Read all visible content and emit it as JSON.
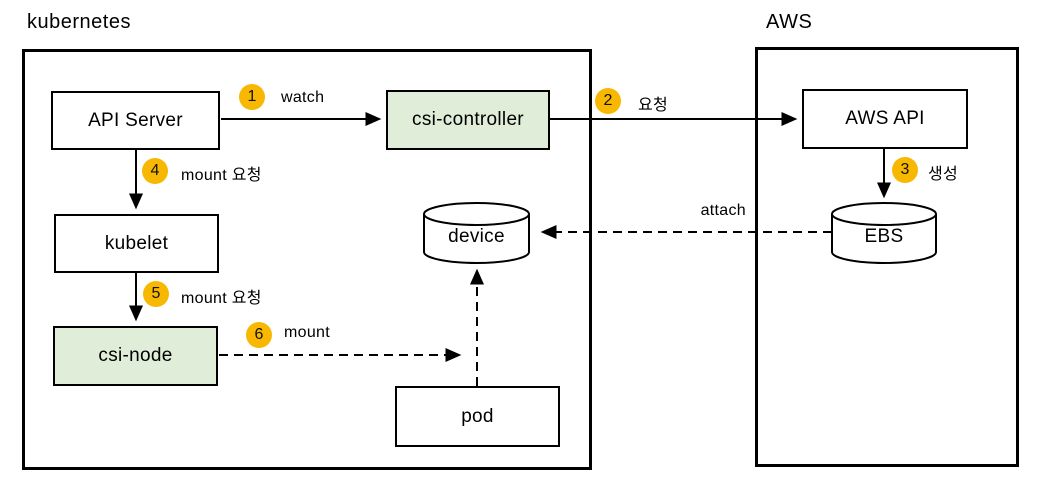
{
  "diagram": {
    "kubernetes_group": {
      "title": "kubernetes"
    },
    "aws_group": {
      "title": "AWS"
    },
    "nodes": {
      "api_server": {
        "label": "API Server",
        "shape": "rect",
        "fill": "#FFFFFF"
      },
      "csi_controller": {
        "label": "csi-controller",
        "shape": "rect",
        "fill": "#DFEDD9"
      },
      "kubelet": {
        "label": "kubelet",
        "shape": "rect",
        "fill": "#FFFFFF"
      },
      "csi_node": {
        "label": "csi-node",
        "shape": "rect",
        "fill": "#DFEDD9"
      },
      "aws_api": {
        "label": "AWS API",
        "shape": "rect",
        "fill": "#FFFFFF"
      },
      "pod": {
        "label": "pod",
        "shape": "rect",
        "fill": "#FFFFFF"
      },
      "device": {
        "label": "device",
        "shape": "cylinder",
        "fill": "#FFFFFF"
      },
      "ebs": {
        "label": "EBS",
        "shape": "cylinder",
        "fill": "#FFFFFF"
      }
    },
    "edges": {
      "watch": {
        "step": "1",
        "label": "watch",
        "style": "solid",
        "from": "api_server",
        "to": "csi_controller"
      },
      "request": {
        "step": "2",
        "label": "요청",
        "style": "solid",
        "from": "csi_controller",
        "to": "aws_api"
      },
      "create": {
        "step": "3",
        "label": "생성",
        "style": "solid",
        "from": "aws_api",
        "to": "ebs"
      },
      "mount_req_1": {
        "step": "4",
        "label": "mount 요청",
        "style": "solid",
        "from": "api_server",
        "to": "kubelet"
      },
      "mount_req_2": {
        "step": "5",
        "label": "mount 요청",
        "style": "solid",
        "from": "kubelet",
        "to": "csi_node"
      },
      "mount": {
        "step": "6",
        "label": "mount",
        "style": "dashed",
        "from": "csi_node",
        "to": "device"
      },
      "attach": {
        "label": "attach",
        "style": "dashed",
        "from": "ebs",
        "to": "device"
      },
      "pod_to_device": {
        "label": "",
        "style": "dashed",
        "from": "pod",
        "to": "device"
      }
    },
    "colors": {
      "badge": "#F8B700",
      "green_fill": "#DFEDD9",
      "stroke": "#000000",
      "background": "#FFFFFF"
    }
  }
}
